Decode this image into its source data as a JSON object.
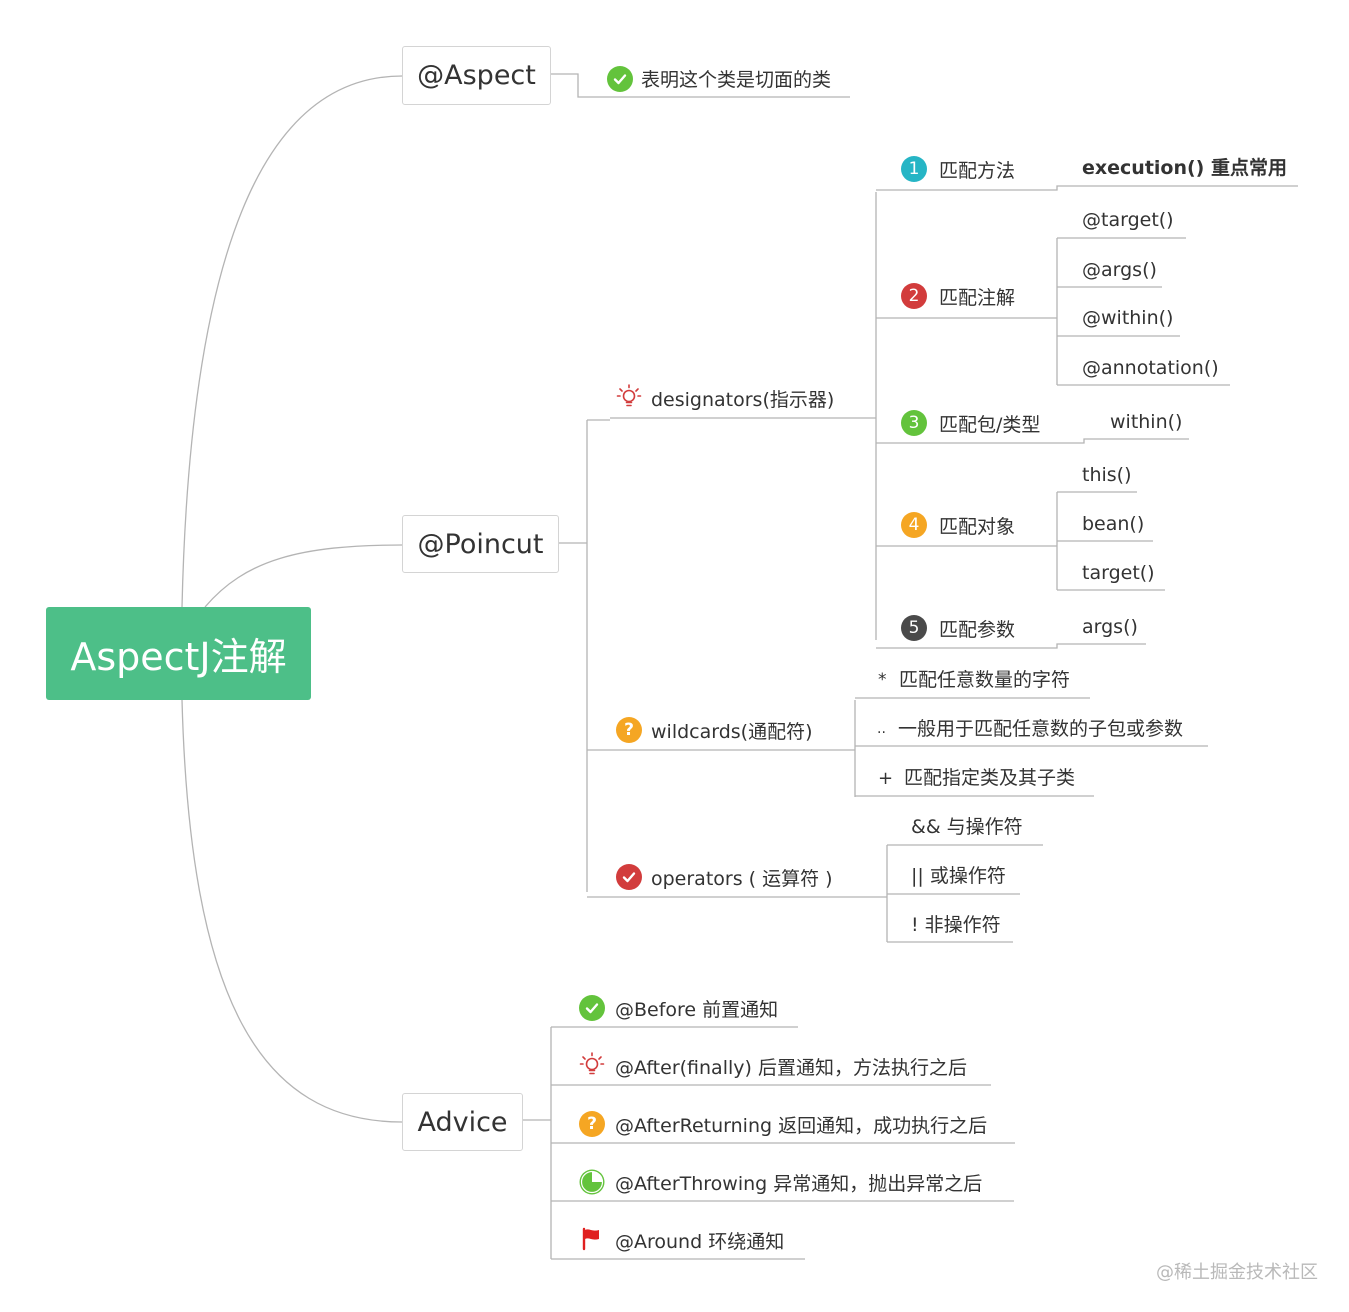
{
  "root": "AspectJ注解",
  "aspect": {
    "label": "@Aspect",
    "note": "表明这个类是切面的类"
  },
  "pointcut": {
    "label": "@Poincut",
    "designators": {
      "label": "designators(指示器)",
      "groups": [
        {
          "num": "1",
          "label": "匹配方法",
          "color": "#26b5c5",
          "items": [
            "execution()  重点常用"
          ]
        },
        {
          "num": "2",
          "label": "匹配注解",
          "color": "#d23c3c",
          "items": [
            "@target()",
            "@args()",
            "@within()",
            "@annotation()"
          ]
        },
        {
          "num": "3",
          "label": "匹配包/类型",
          "color": "#63c33c",
          "items": [
            "within()"
          ]
        },
        {
          "num": "4",
          "label": "匹配对象",
          "color": "#f5a623",
          "items": [
            "this()",
            "bean()",
            "target()"
          ]
        },
        {
          "num": "5",
          "label": "匹配参数",
          "color": "#4a4a4a",
          "items": [
            "args()"
          ]
        }
      ]
    },
    "wildcards": {
      "label": "wildcards(通配符)",
      "items": [
        {
          "sym": "*",
          "text": "匹配任意数量的字符"
        },
        {
          "sym": "..",
          "text": "一般用于匹配任意数的子包或参数"
        },
        {
          "sym": "+",
          "text": "匹配指定类及其子类"
        }
      ]
    },
    "operators": {
      "label": "operators ( 运算符 )",
      "items": [
        "&& 与操作符",
        "|| 或操作符",
        "! 非操作符"
      ]
    }
  },
  "advice": {
    "label": "Advice",
    "items": [
      {
        "icon": "check-icon",
        "text": "@Before 前置通知"
      },
      {
        "icon": "bulb-icon",
        "text": "@After(finally) 后置通知，方法执行之后"
      },
      {
        "icon": "question-icon",
        "text": "@AfterReturning 返回通知，成功执行之后"
      },
      {
        "icon": "pie-progress-icon",
        "text": "@AfterThrowing 异常通知，抛出异常之后"
      },
      {
        "icon": "flag-icon",
        "text": "@Around 环绕通知"
      }
    ]
  },
  "watermark": "@稀土掘金技术社区",
  "colors": {
    "root_bg": "#4dbf88",
    "line": "#b4b4b4",
    "check_green": "#63c33c",
    "question_orange": "#f5a623",
    "red": "#d23c3c"
  }
}
